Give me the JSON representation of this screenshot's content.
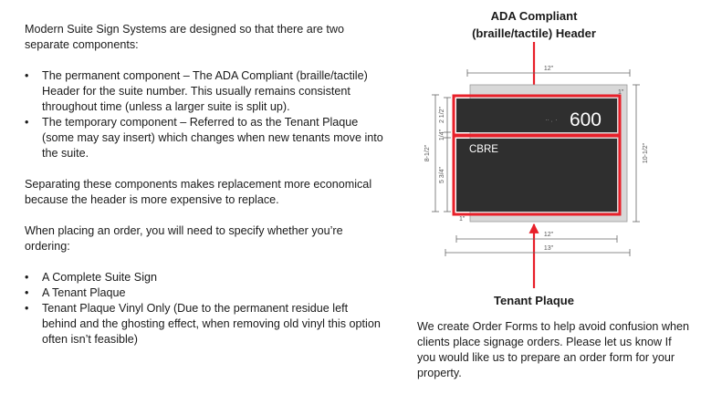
{
  "left": {
    "intro": "Modern Suite Sign Systems are designed so that there are two separate components:",
    "components": [
      "The permanent component – The ADA Compliant (braille/tactile) Header for the suite number.  This usually remains consistent throughout time (unless a larger suite is split up).",
      "The temporary component – Referred to as the Tenant Plaque (some may say insert) which changes when new tenants move into the suite."
    ],
    "separating": "Separating these components makes replacement more economical because the header is more expensive to replace.",
    "ordering": "When placing an order, you will need to specify whether you’re ordering:",
    "options": [
      "A Complete Suite Sign",
      "A Tenant Plaque",
      "Tenant Plaque Vinyl Only (Due to the permanent residue left behind and the ghosting effect, when removing old vinyl this option often isn’t feasible)"
    ]
  },
  "diagram": {
    "header_label_line1": "ADA Compliant",
    "header_label_line2": "(braille/tactile) Header",
    "tenant_label": "Tenant Plaque",
    "suite_number": "600",
    "tenant_name": "CBRE",
    "dims": {
      "top_width": "12\"",
      "bottom_inner_width": "12\"",
      "bottom_outer_width": "13\"",
      "header_height": "2 1/2\"",
      "gap": "1/4\"",
      "plaque_height": "5 3/4\"",
      "overall_left": "8-1/2\"",
      "overall_right": "10-1/2\"",
      "corner_small": "1\""
    },
    "colors": {
      "accent": "#e8202a",
      "panel": "#2f2f2f",
      "frame": "#d8d8d8"
    }
  },
  "bottom_text": "We create Order Forms to help avoid confusion when clients place signage orders.  Please let us know If you would like us to prepare an order form for your property."
}
